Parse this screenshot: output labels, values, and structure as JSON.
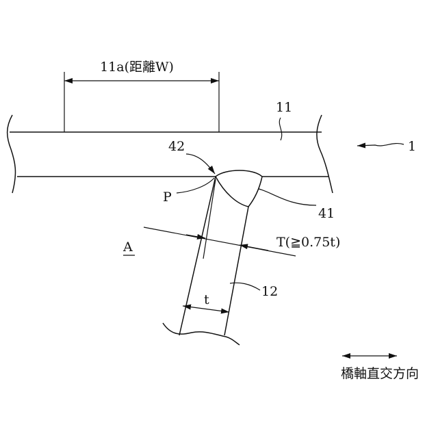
{
  "figure": {
    "dimension_label": "11a(距離W)",
    "plate_label": "11",
    "assembly_label": "1",
    "weld_toe_label": "42",
    "point_label": "P",
    "weld_label": "41",
    "section_label": "A",
    "throat_label": "T(≧0.75t)",
    "rib_label": "12",
    "thickness_label": "t",
    "direction_label": "橋軸直交方向"
  }
}
